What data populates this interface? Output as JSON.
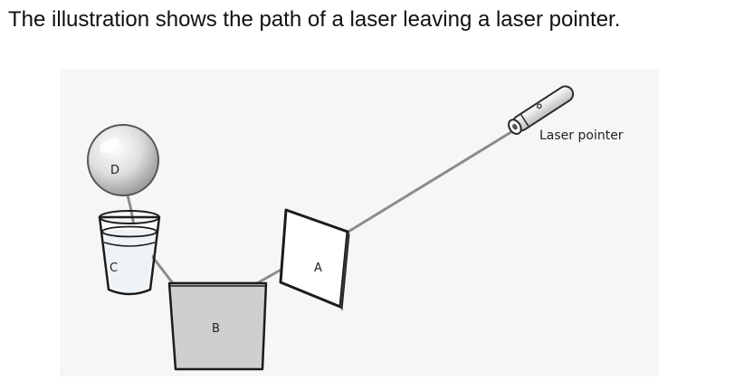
{
  "caption": "The illustration shows the path of a laser leaving a laser pointer.",
  "figure": {
    "labels": {
      "laser_pointer": "Laser pointer",
      "a": "A",
      "b": "B",
      "c": "C",
      "d": "D"
    }
  }
}
